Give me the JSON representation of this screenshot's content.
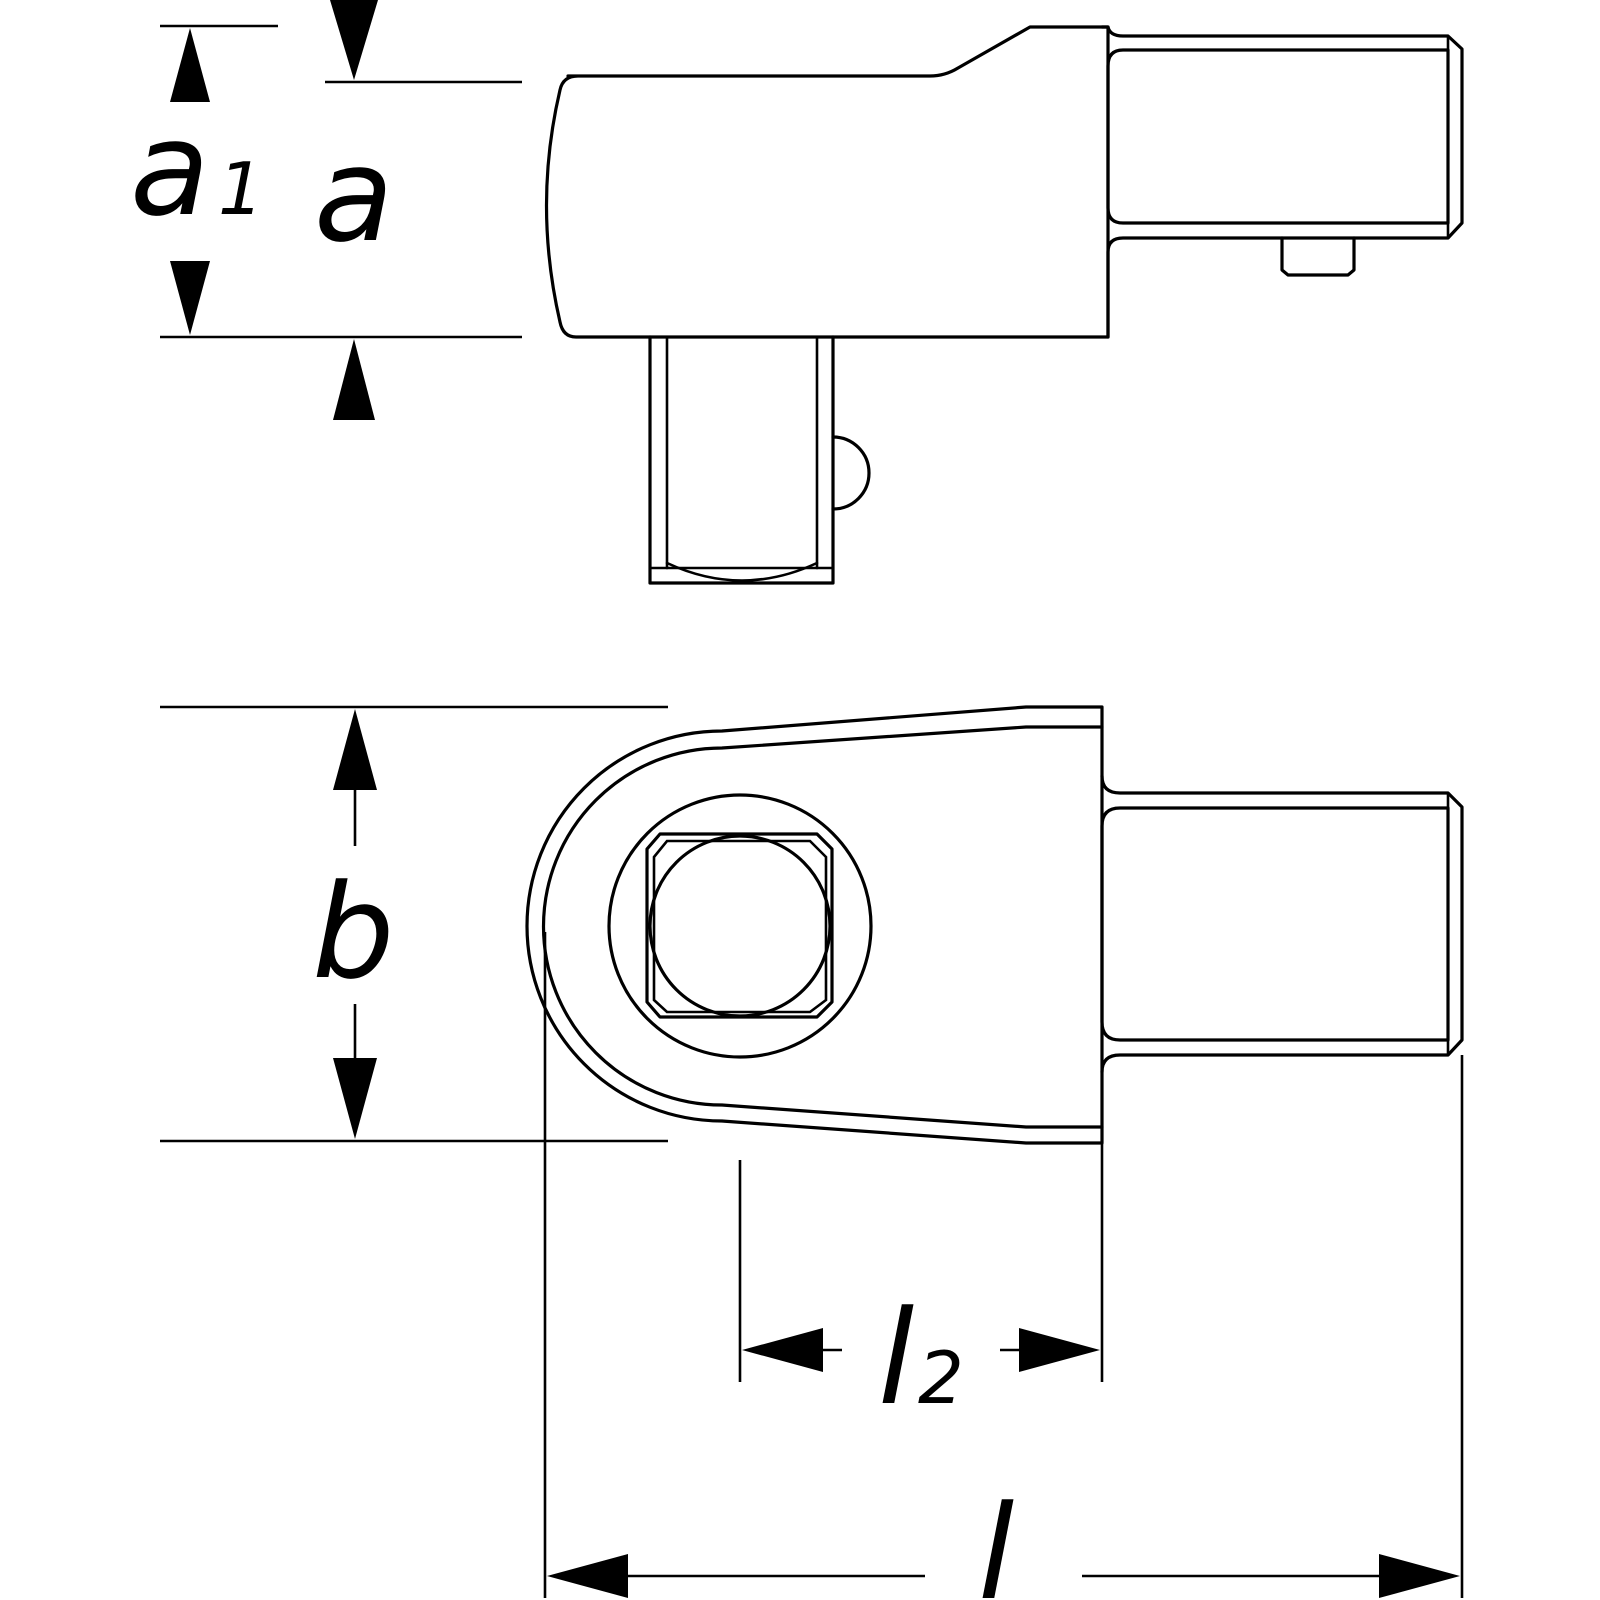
{
  "diagram": {
    "labels": {
      "a1_main": "a",
      "a1_sub": "1",
      "a": "a",
      "b": "b",
      "l2_main": "l",
      "l2_sub": "2",
      "l": "l"
    },
    "colors": {
      "line": "#000000",
      "background": "#ffffff"
    }
  }
}
